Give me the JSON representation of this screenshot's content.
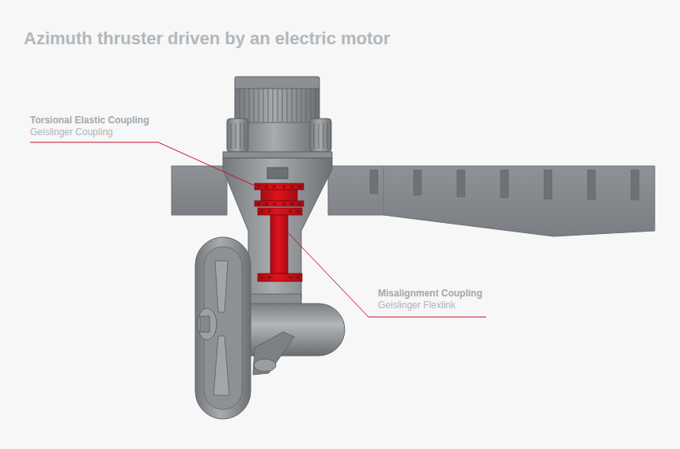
{
  "diagram": {
    "title": "Azimuth thruster driven by an electric motor",
    "labels": [
      "Torsional Elastic Coupling",
      "Geislinger Coupling",
      "Misalignment Coupling",
      "Geislinger Flexlink"
    ]
  }
}
